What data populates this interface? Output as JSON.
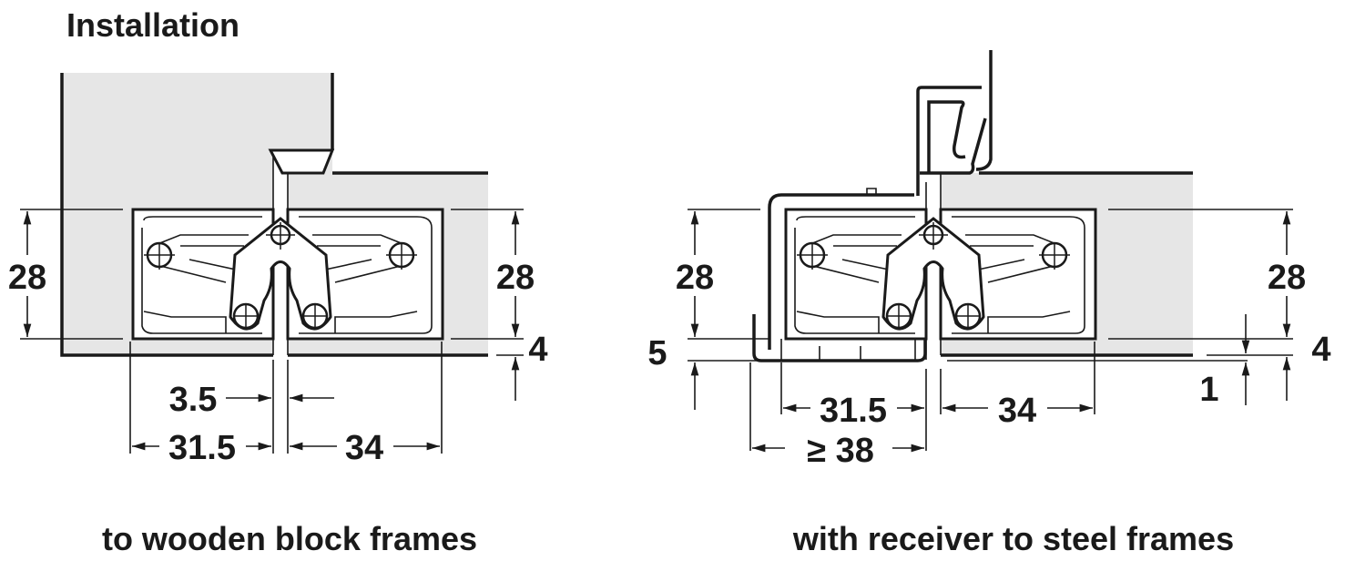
{
  "heading": "Installation",
  "left_diagram": {
    "caption": "to wooden block frames",
    "dims": {
      "height_left": "28",
      "height_right": "28",
      "offset": "4",
      "gap": "3.5",
      "width_left": "31.5",
      "width_right": "34"
    }
  },
  "right_diagram": {
    "caption": "with receiver to steel frames",
    "dims": {
      "height_left": "28",
      "height_right": "28",
      "offset_left": "5",
      "offset_right": "4",
      "offset_small": "1",
      "width_left": "31.5",
      "width_right": "34",
      "min_width": "≥ 38"
    }
  },
  "colors": {
    "fill": "#e6e6e6",
    "line": "#1a1a1a"
  }
}
